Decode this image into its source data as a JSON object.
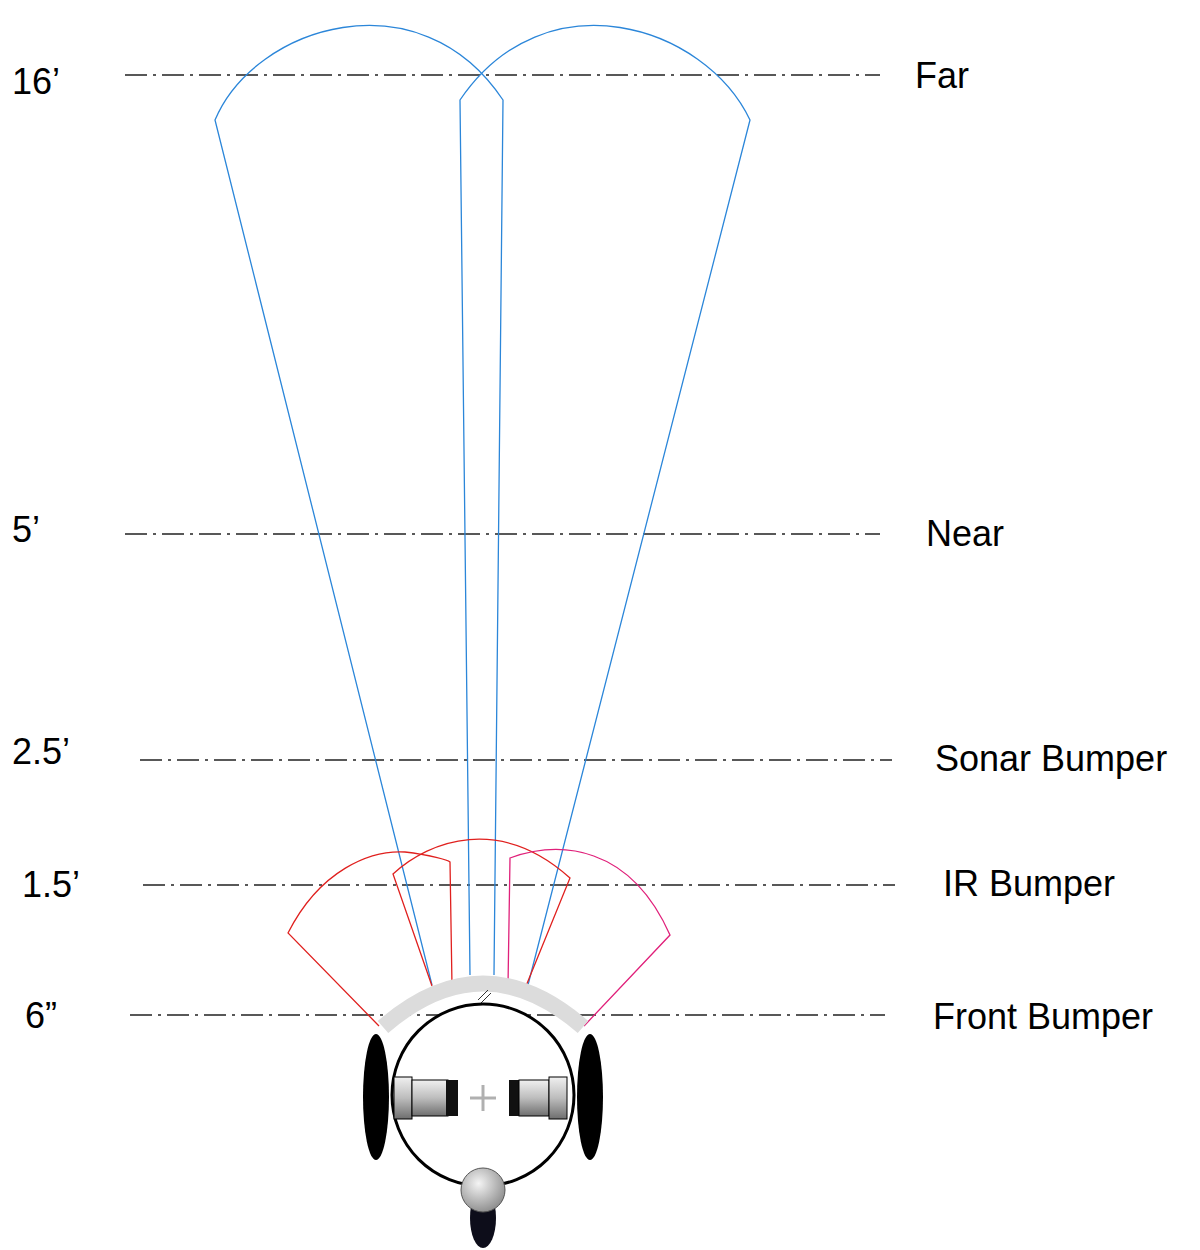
{
  "diagram": {
    "labels": [
      "16’",
      "Far",
      "5’",
      "Near",
      "2.5’",
      "Sonar Bumper",
      "1.5’",
      "IR Bumper",
      "6”",
      "Front Bumper"
    ]
  }
}
